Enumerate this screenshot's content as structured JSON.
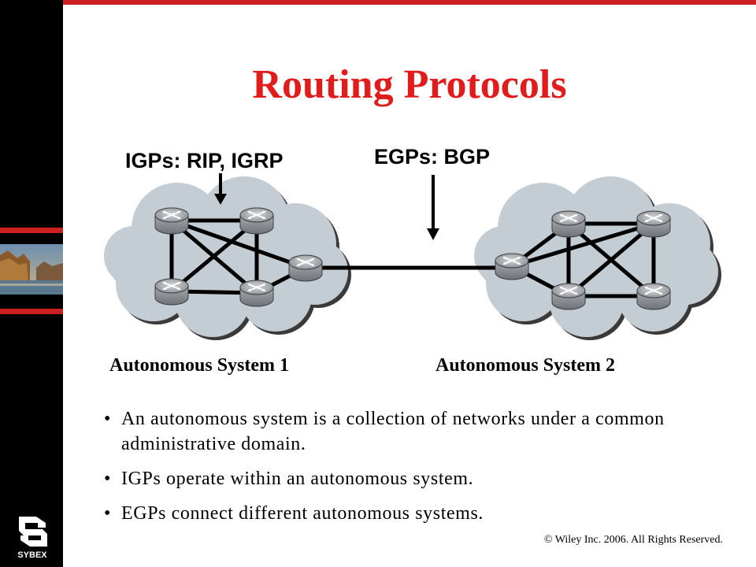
{
  "slide": {
    "title": "Routing Protocols",
    "igp_label": "IGPs: RIP, IGRP",
    "egp_label": "EGPs: BGP",
    "as1_label": "Autonomous System 1",
    "as2_label": "Autonomous System 2",
    "bullets": [
      "An autonomous system is a collection of networks under a common administrative domain.",
      "IGPs operate within an autonomous system.",
      "EGPs connect different autonomous systems."
    ],
    "copyright": "© Wiley Inc. 2006. All Rights Reserved.",
    "logo_text": "SYBEX"
  },
  "colors": {
    "accent_red": "#e01c1c",
    "sidebar_black": "#000000",
    "cloud_fill": "#c4cdd4",
    "router_gray": "#8f9297"
  }
}
